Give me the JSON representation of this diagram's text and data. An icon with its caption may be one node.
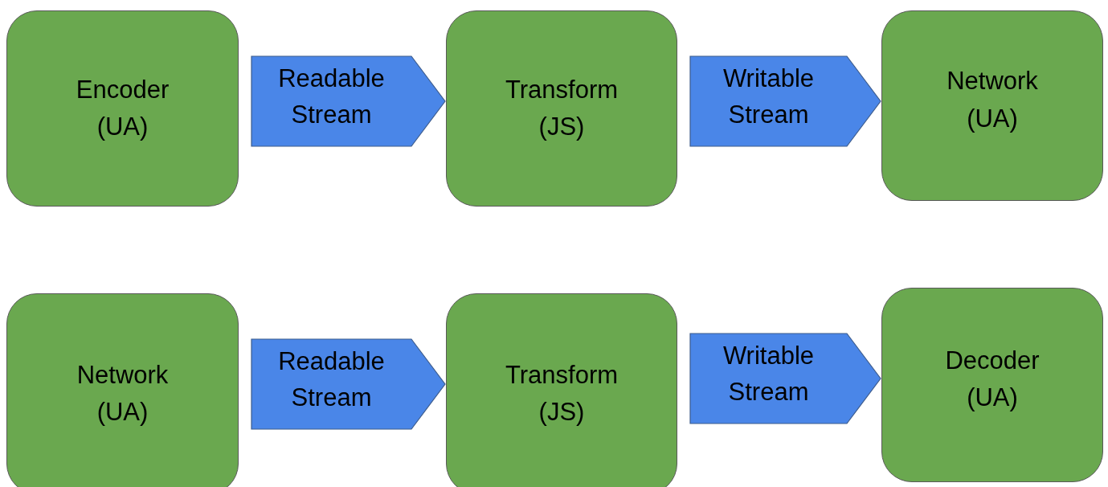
{
  "diagram": {
    "nodes": [
      {
        "text": [
          "Encoder (UA)"
        ]
      },
      {
        "text": [
          "Transform (JS)"
        ]
      },
      {
        "text": [
          "Network (UA)"
        ]
      },
      {
        "text": [
          "Network (UA)"
        ]
      },
      {
        "text": [
          "Transform (JS)"
        ]
      },
      {
        "text": [
          "Decoder (UA)"
        ]
      }
    ],
    "edges": [
      {
        "from": 0,
        "to": 1,
        "arrow": "to",
        "label": "Readable Stream"
      },
      {
        "from": 1,
        "to": 2,
        "arrow": "to",
        "label": "Writable Stream"
      },
      {
        "from": 3,
        "to": 4,
        "arrow": "to",
        "label": "Readable Stream"
      },
      {
        "from": 4,
        "to": 5,
        "arrow": "to",
        "label": "Writable Stream"
      }
    ]
  }
}
